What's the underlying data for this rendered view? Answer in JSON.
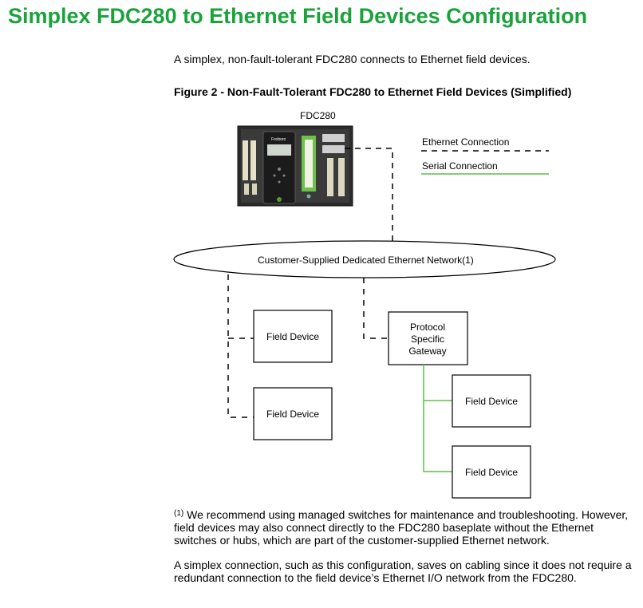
{
  "page": {
    "title": "Simplex FDC280 to Ethernet Field Devices Configuration",
    "title_color": "#1aa33c",
    "intro": "A simplex, non-fault-tolerant FDC280 connects to Ethernet field devices.",
    "figure_caption": "Figure 2 - Non-Fault-Tolerant FDC280 to Ethernet Field Devices (Simplified)",
    "footnote_marker": "(1)",
    "footnote": "We recommend using managed switches for maintenance and troubleshooting. However, field devices may also connect directly to the FDC280 baseplate without the Ethernet switches or hubs, which are part of the customer-supplied Ethernet network.",
    "closing": "A simplex connection, such as this configuration, saves on cabling since it does not require a redundant connection to the field device’s Ethernet I/O network from the FDC280."
  },
  "diagram": {
    "fdc_label": "FDC280",
    "legend": {
      "ethernet_label": "Ethernet Connection",
      "serial_label": "Serial Connection",
      "ethernet_color": "#000000",
      "serial_color": "#5cc240"
    },
    "network_label": "Customer-Supplied Dedicated Ethernet Network(1)",
    "field_device_1": "Field Device",
    "field_device_2": "Field Device",
    "field_device_3": "Field Device",
    "field_device_4": "Field Device",
    "gateway_line1": "Protocol",
    "gateway_line2": "Specific",
    "gateway_line3": "Gateway",
    "module_brand": "Foxboro"
  }
}
